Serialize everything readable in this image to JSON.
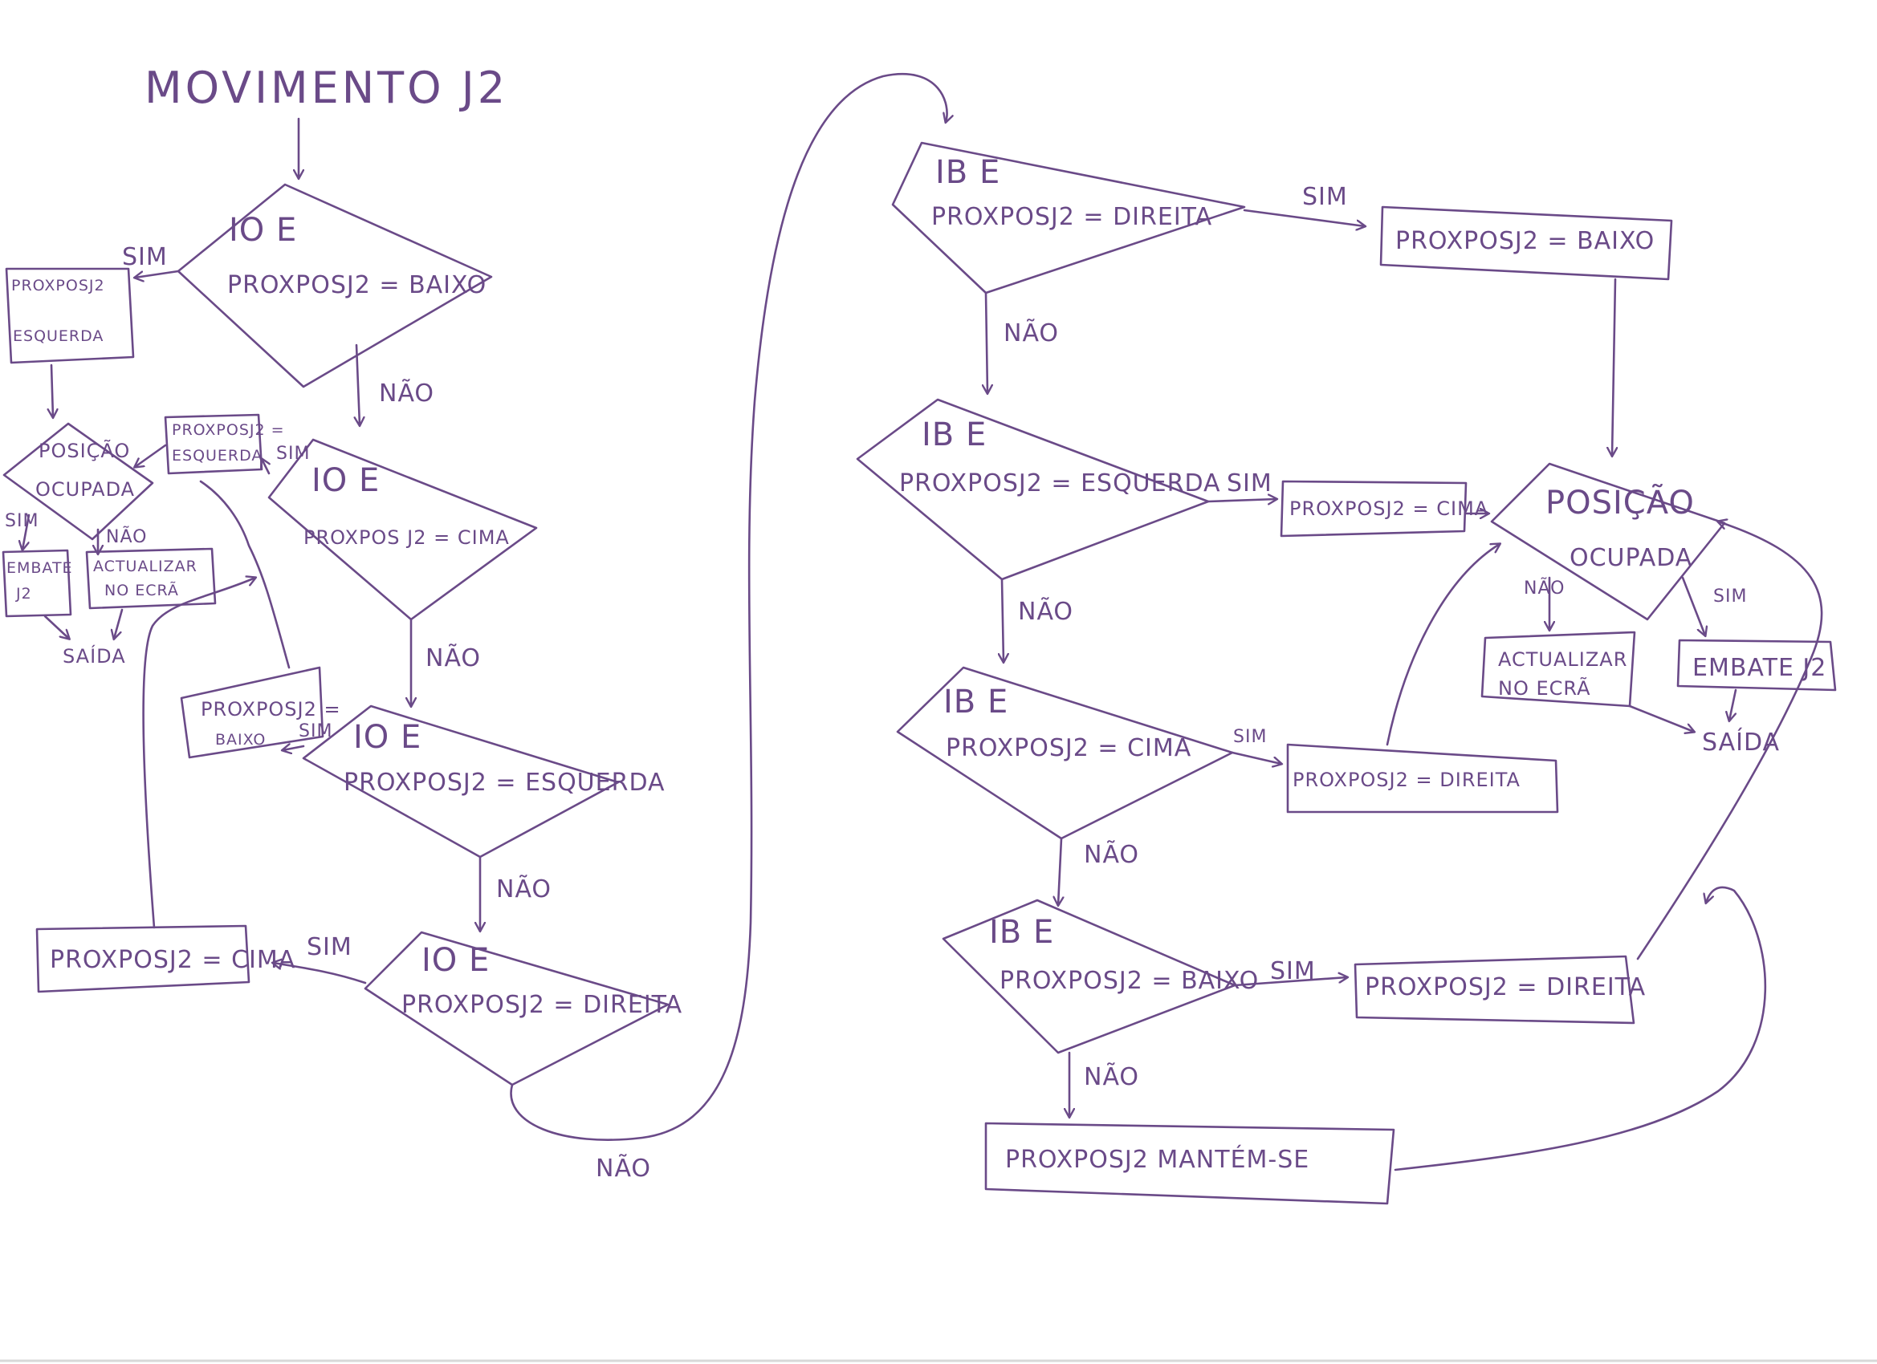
{
  "title": "MOVIMENTO   J2",
  "edge": {
    "sim": "SIM",
    "nao": "NÃO"
  },
  "decisions": {
    "io_baixo": {
      "line1": "IO   E",
      "line2": "PROXPOSJ2 = BAIXO"
    },
    "io_cima": {
      "line1": "IO   E",
      "line2": "PROXPOS J2 = CIMA"
    },
    "io_esquerda": {
      "line1": "IO   E",
      "line2": "PROXPOSJ2 = ESQUERDA"
    },
    "io_direita": {
      "line1": "IO   E",
      "line2": "PROXPOSJ2 = DIREITA"
    },
    "ib_direita": {
      "line1": "IB     E",
      "line2": "PROXPOSJ2 = DIREITA"
    },
    "ib_esquerda": {
      "line1": "IB     E",
      "line2": "PROXPOSJ2 = ESQUERDA"
    },
    "ib_cima": {
      "line1": "IB     E",
      "line2": "PROXPOSJ2 = CIMA"
    },
    "ib_baixo": {
      "line1": "IB     E",
      "line2": "PROXPOSJ2 = BAIXO"
    },
    "posicao_left": {
      "line1": "POSIÇÃO",
      "line2": "OCUPADA"
    },
    "posicao_right": {
      "line1": "POSIÇÃO",
      "line2": "OCUPADA"
    }
  },
  "processes": {
    "set_esquerda_a": {
      "line1": "PROXPOSJ2",
      "line2": "ESQUERDA"
    },
    "set_esquerda_b": {
      "line1": "PROXPOSJ2 =",
      "line2": "ESQUERDA"
    },
    "set_baixo_left": {
      "line1": "PROXPOSJ2 =",
      "line2": "BAIXO"
    },
    "set_cima_left": {
      "line1": "PROXPOSJ2 = CIMA"
    },
    "embate_left": {
      "line1": "EMBATE",
      "line2": "J2"
    },
    "actualizar_left": {
      "line1": "ACTUALIZAR",
      "line2": "NO ECRÃ"
    },
    "set_baixo_right": {
      "line1": "PROXPOSJ2 = BAIXO"
    },
    "set_cima_right": {
      "line1": "PROXPOSJ2 = CIMA"
    },
    "set_direita_r1": {
      "line1": "PROXPOSJ2 = DIREITA"
    },
    "set_direita_r2": {
      "line1": "PROXPOSJ2 = DIREITA"
    },
    "mantem": {
      "line1": "PROXPOSJ2  MANTÉM-SE"
    },
    "actualizar_right": {
      "line1": "ACTUALIZAR",
      "line2": "NO ECRÃ"
    },
    "embate_right": {
      "line1": "EMBATE J2"
    }
  },
  "terminals": {
    "saida_left": "SAÍDA",
    "saida_right": "SAÍDA"
  },
  "colors": {
    "ink": "#6a4a88",
    "paper": "#ffffff"
  }
}
